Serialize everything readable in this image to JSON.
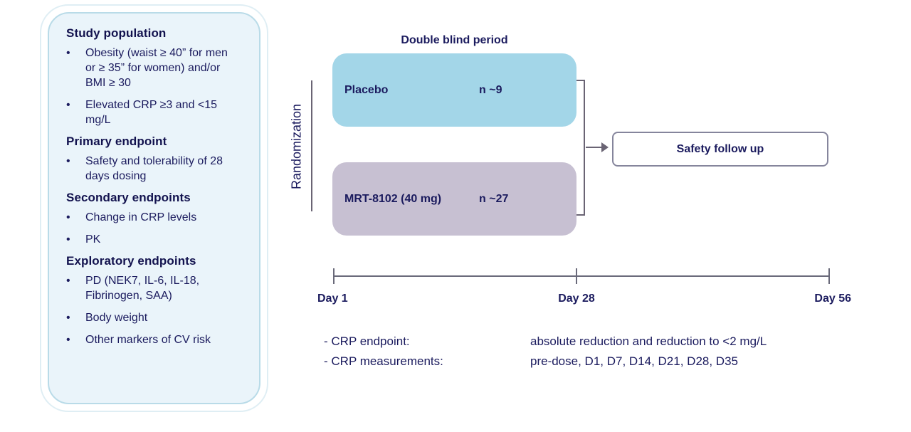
{
  "left_panel": {
    "sections": [
      {
        "heading": "Study population",
        "bullets": [
          "Obesity (waist ≥ 40” for men or ≥ 35” for women) and/or BMI ≥ 30",
          "Elevated CRP ≥3 and <15 mg/L"
        ]
      },
      {
        "heading": "Primary endpoint",
        "bullets": [
          "Safety and tolerability of 28 days dosing"
        ]
      },
      {
        "heading": "Secondary endpoints",
        "bullets": [
          "Change in CRP levels",
          "PK"
        ]
      },
      {
        "heading": "Exploratory endpoints",
        "bullets": [
          "PD (NEK7, IL-6, IL-18, Fibrinogen, SAA)",
          "Body weight",
          "Other markers of CV risk"
        ]
      }
    ]
  },
  "diagram": {
    "title": "Double blind period",
    "randomization_label": "Randomization",
    "arms": [
      {
        "name": "Placebo",
        "n": "n ~9",
        "color": "#a3d6e8"
      },
      {
        "name": "MRT-8102 (40 mg)",
        "n": "n ~27",
        "color": "#c7c0d2"
      }
    ],
    "follow_up_label": "Safety follow up",
    "timeline": {
      "labels": [
        "Day 1",
        "Day 28",
        "Day 56"
      ]
    },
    "notes": [
      {
        "label": "- CRP endpoint:",
        "value": "absolute reduction and reduction to <2 mg/L"
      },
      {
        "label": "- CRP measurements:",
        "value": "pre-dose, D1, D7, D14, D21, D28, D35"
      }
    ]
  },
  "colors": {
    "text_navy": "#1b1b5e",
    "placebo_fill": "#a3d6e8",
    "mrt_fill": "#c7c0d2",
    "panel_fill": "#eaf4fa",
    "panel_border": "#b9dbe8",
    "connector_gray": "#6a6474",
    "safety_border": "#85859c"
  }
}
